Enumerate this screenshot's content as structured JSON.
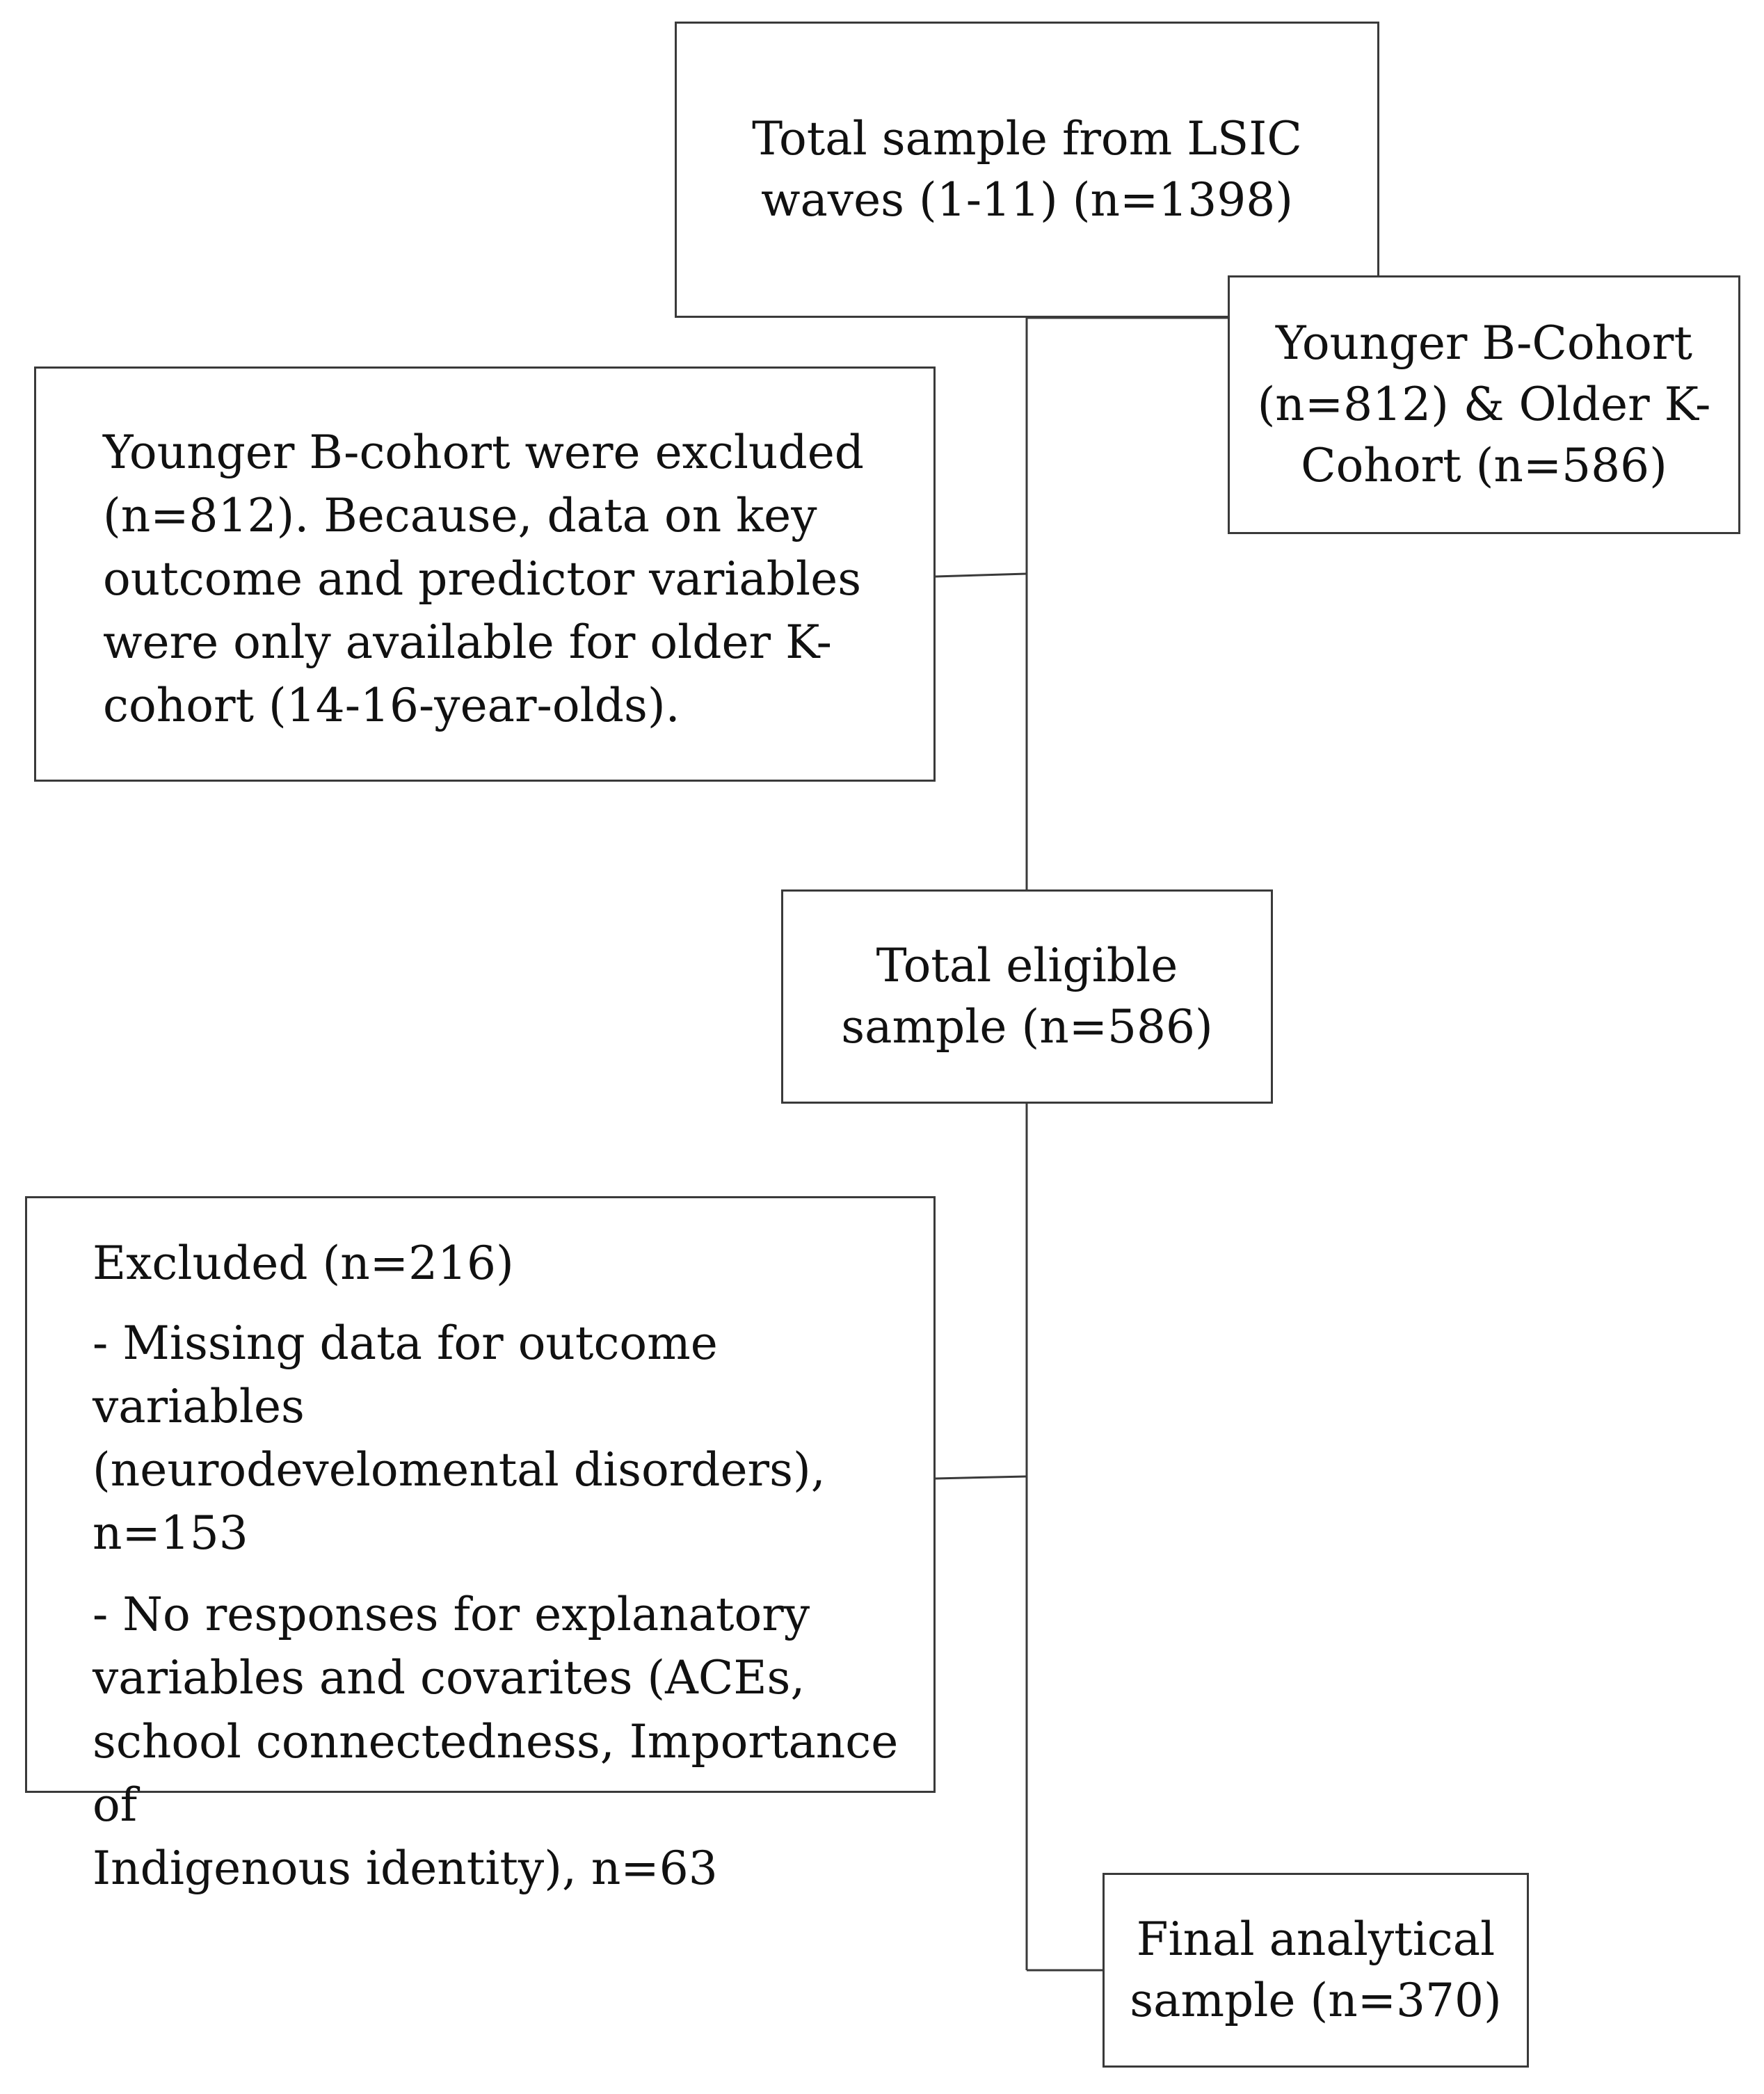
{
  "flowchart": {
    "total_sample": {
      "line1": "Total sample from LSIC",
      "line2": "waves (1-11) (n=1398)"
    },
    "cohorts": {
      "line1": "Younger B-Cohort",
      "line2": "(n=812) & Older K-",
      "line3": "Cohort (n=586)"
    },
    "excluded_b_cohort": {
      "lines": [
        "Younger B-cohort were excluded",
        "(n=812). Because, data on key",
        "outcome and predictor variables",
        "were only available for older K-",
        "cohort (14-16-year-olds)."
      ]
    },
    "eligible_sample": {
      "line1": "Total eligible",
      "line2": "sample (n=586)"
    },
    "excluded_missing": {
      "heading": "Excluded (n=216)",
      "item1_lines": [
        "- Missing data for outcome variables",
        "(neurodevelomental disorders),",
        "n=153"
      ],
      "item2_lines": [
        "- No responses for explanatory",
        "variables and covarites (ACEs,",
        "school connectedness, Importance of",
        "Indigenous identity), n=63"
      ]
    },
    "final_sample": {
      "line1": "Final analytical",
      "line2": "sample (n=370)"
    }
  }
}
